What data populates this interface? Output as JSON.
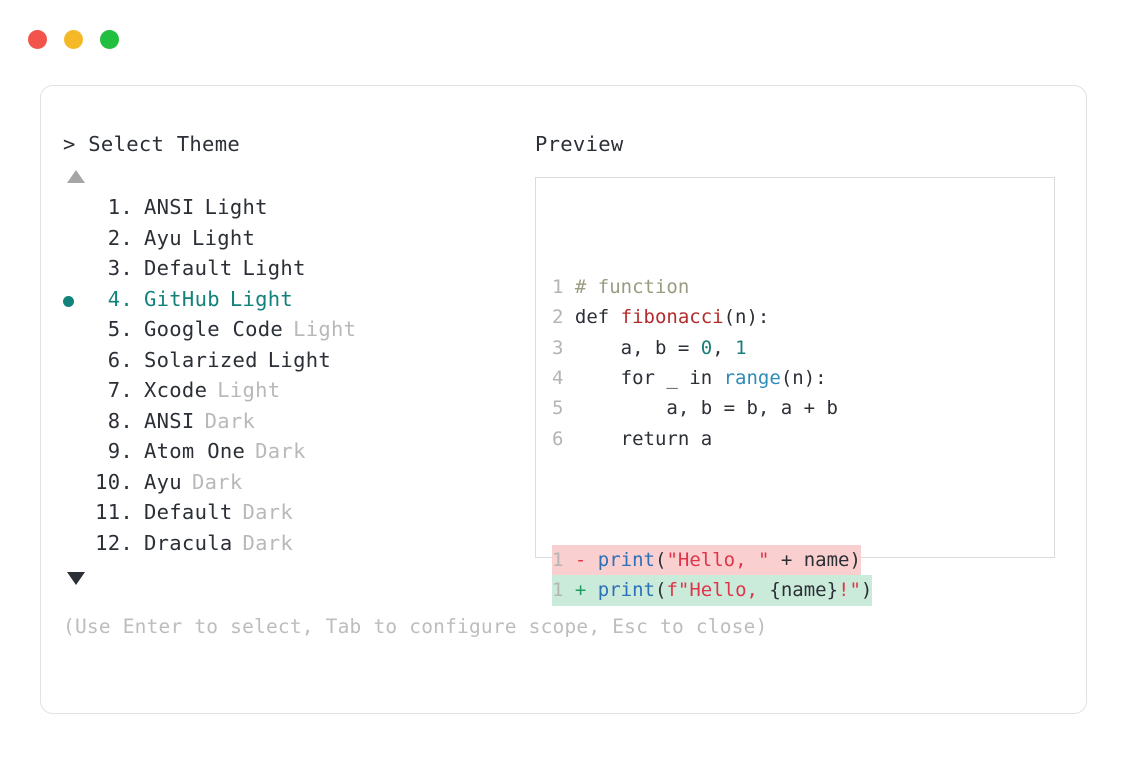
{
  "window": {
    "controls": [
      {
        "name": "close",
        "color": "#f2544c"
      },
      {
        "name": "minimize",
        "color": "#f5b827"
      },
      {
        "name": "maximize",
        "color": "#21bf3f"
      }
    ]
  },
  "accent_color": "#13827b",
  "prompt": {
    "marker": ">",
    "title": "Select Theme",
    "full": "> Select Theme"
  },
  "scroll": {
    "up_indicator": "▲",
    "down_indicator": "▼"
  },
  "themes": [
    {
      "index": "1.",
      "name": "ANSI",
      "suffix": "Light",
      "suffix_muted": false,
      "selected": false
    },
    {
      "index": "2.",
      "name": "Ayu",
      "suffix": "Light",
      "suffix_muted": false,
      "selected": false
    },
    {
      "index": "3.",
      "name": "Default",
      "suffix": "Light",
      "suffix_muted": false,
      "selected": false
    },
    {
      "index": "4.",
      "name": "GitHub",
      "suffix": "Light",
      "suffix_muted": false,
      "selected": true
    },
    {
      "index": "5.",
      "name": "Google Code",
      "suffix": "Light",
      "suffix_muted": true,
      "selected": false
    },
    {
      "index": "6.",
      "name": "Solarized",
      "suffix": "Light",
      "suffix_muted": false,
      "selected": false
    },
    {
      "index": "7.",
      "name": "Xcode",
      "suffix": "Light",
      "suffix_muted": true,
      "selected": false
    },
    {
      "index": "8.",
      "name": "ANSI",
      "suffix": "Dark",
      "suffix_muted": true,
      "selected": false
    },
    {
      "index": "9.",
      "name": "Atom One",
      "suffix": "Dark",
      "suffix_muted": true,
      "selected": false
    },
    {
      "index": "10.",
      "name": "Ayu",
      "suffix": "Dark",
      "suffix_muted": true,
      "selected": false
    },
    {
      "index": "11.",
      "name": "Default",
      "suffix": "Dark",
      "suffix_muted": true,
      "selected": false
    },
    {
      "index": "12.",
      "name": "Dracula",
      "suffix": "Dark",
      "suffix_muted": true,
      "selected": false
    }
  ],
  "hint": "(Use Enter to select, Tab to configure scope, Esc to close)",
  "preview": {
    "label": "Preview",
    "code_lines": [
      {
        "num": "1",
        "tokens": [
          {
            "t": "# function",
            "c": "comment"
          }
        ]
      },
      {
        "num": "2",
        "tokens": [
          {
            "t": "def ",
            "c": "keyword"
          },
          {
            "t": "fibonacci",
            "c": "func"
          },
          {
            "t": "(n):",
            "c": "plain"
          }
        ]
      },
      {
        "num": "3",
        "tokens": [
          {
            "t": "    a, b = ",
            "c": "plain"
          },
          {
            "t": "0",
            "c": "num"
          },
          {
            "t": ", ",
            "c": "plain"
          },
          {
            "t": "1",
            "c": "num"
          }
        ]
      },
      {
        "num": "4",
        "tokens": [
          {
            "t": "    for _ in ",
            "c": "plain"
          },
          {
            "t": "range",
            "c": "builtin"
          },
          {
            "t": "(n):",
            "c": "plain"
          }
        ]
      },
      {
        "num": "5",
        "tokens": [
          {
            "t": "        a, b = b, a + b",
            "c": "plain"
          }
        ]
      },
      {
        "num": "6",
        "tokens": [
          {
            "t": "    return a",
            "c": "plain"
          }
        ]
      }
    ],
    "diff_lines": [
      {
        "num": "1",
        "marker": "-",
        "kind": "del",
        "tokens": [
          {
            "t": "print",
            "c": "call"
          },
          {
            "t": "(",
            "c": "plain"
          },
          {
            "t": "\"Hello, \"",
            "c": "str"
          },
          {
            "t": " + name)",
            "c": "plain"
          }
        ]
      },
      {
        "num": "1",
        "marker": "+",
        "kind": "add",
        "tokens": [
          {
            "t": "print",
            "c": "call"
          },
          {
            "t": "(",
            "c": "plain"
          },
          {
            "t": "f\"Hello, ",
            "c": "str"
          },
          {
            "t": "{name}",
            "c": "plain"
          },
          {
            "t": "!\"",
            "c": "str"
          },
          {
            "t": ")",
            "c": "plain"
          }
        ]
      }
    ]
  }
}
